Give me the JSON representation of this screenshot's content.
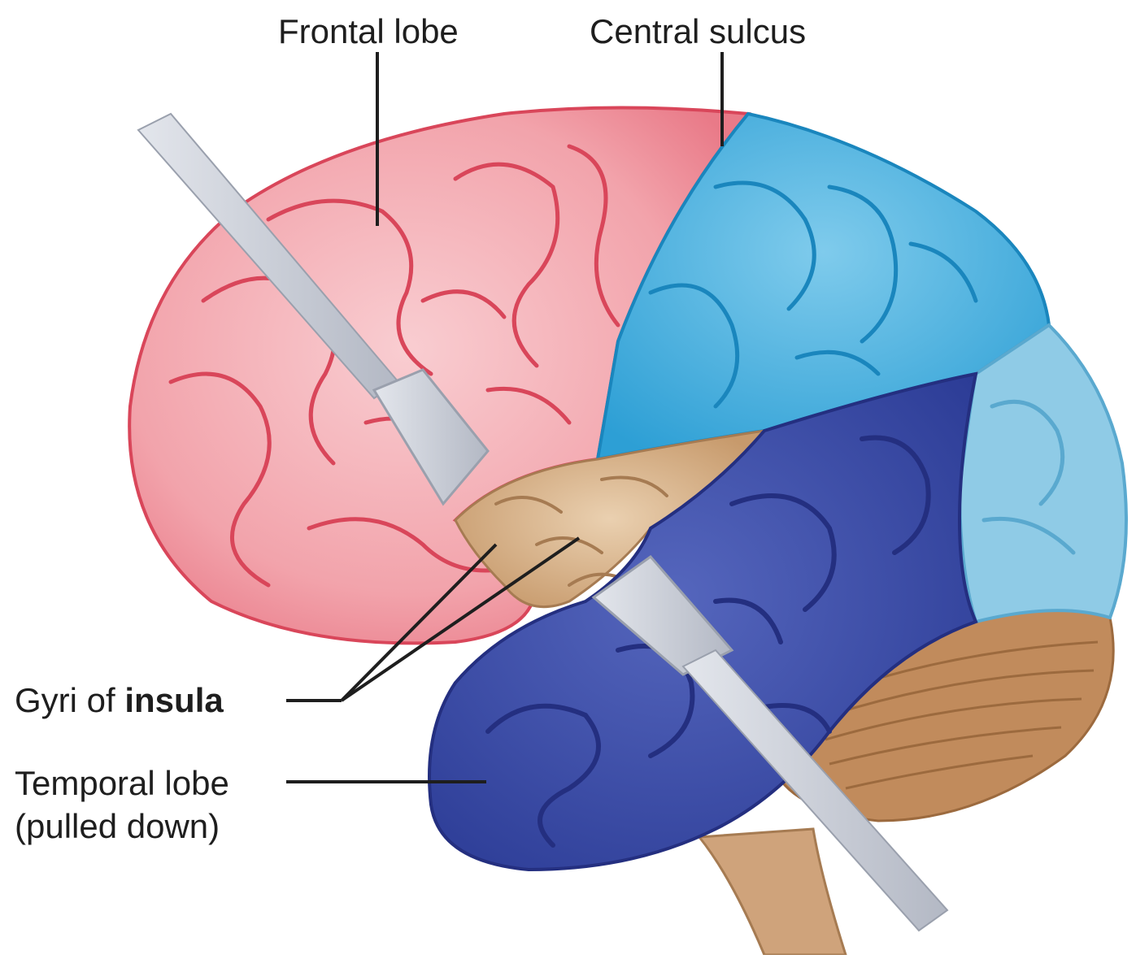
{
  "labels": {
    "frontal_lobe": "Frontal lobe",
    "central_sulcus": "Central sulcus",
    "insula_prefix": "Gyri of ",
    "insula_bold": "insula",
    "temporal_line1": "Temporal lobe",
    "temporal_line2": "(pulled down)"
  },
  "colors": {
    "frontal": "#f2a3ab",
    "frontal_sulci": "#d9465a",
    "parietal": "#4bb0dd",
    "parietal_sulci": "#1a86bd",
    "occipital": "#8fcbe6",
    "temporal": "#3c4ea8",
    "temporal_sulci": "#242f80",
    "insula": "#d9b48c",
    "cerebellum": "#c18b5c",
    "brainstem": "#cfa37b",
    "retractor": "#c9cdd6",
    "leader_line": "#1e1e1e"
  }
}
